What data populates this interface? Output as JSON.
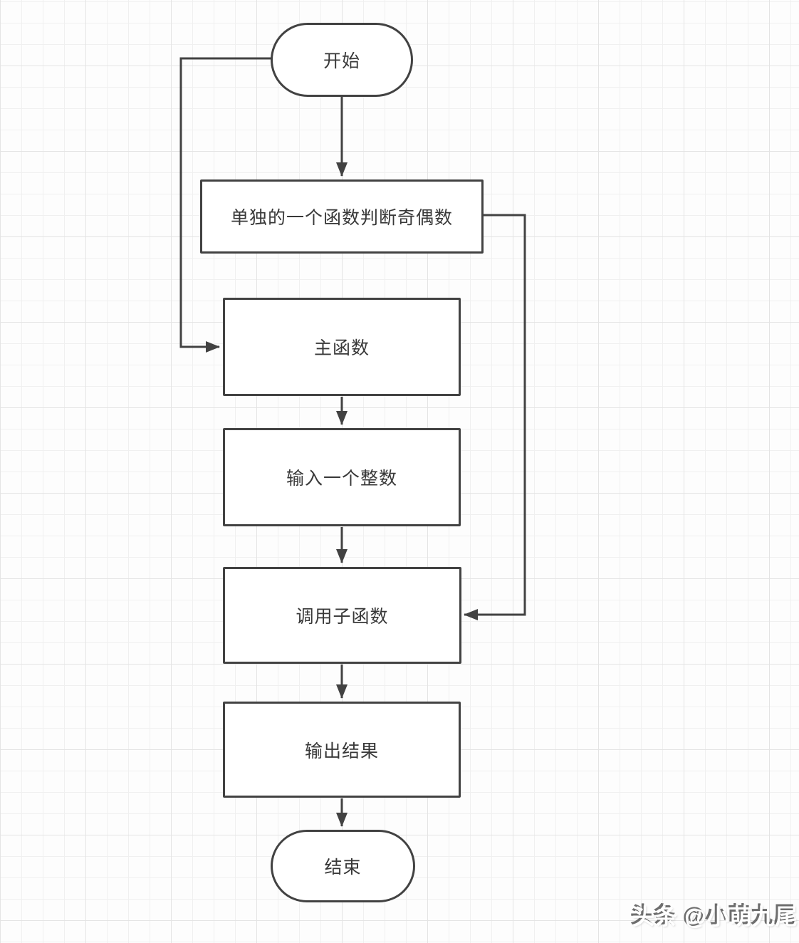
{
  "diagram": {
    "type": "flowchart",
    "nodes": [
      {
        "id": "start",
        "label": "开始",
        "shape": "terminator"
      },
      {
        "id": "judge-function",
        "label": "单独的一个函数判断奇偶数",
        "shape": "process"
      },
      {
        "id": "main-function",
        "label": "主函数",
        "shape": "process"
      },
      {
        "id": "input-integer",
        "label": "输入一个整数",
        "shape": "process"
      },
      {
        "id": "call-subfunction",
        "label": "调用子函数",
        "shape": "process"
      },
      {
        "id": "output-result",
        "label": "输出结果",
        "shape": "process"
      },
      {
        "id": "end",
        "label": "结束",
        "shape": "terminator"
      }
    ],
    "edges": [
      {
        "from": "start",
        "to": "judge-function",
        "route": "straight-down"
      },
      {
        "from": "start",
        "to": "main-function",
        "route": "left-elbow"
      },
      {
        "from": "judge-function",
        "to": "call-subfunction",
        "route": "right-elbow"
      },
      {
        "from": "main-function",
        "to": "input-integer",
        "route": "straight-down"
      },
      {
        "from": "input-integer",
        "to": "call-subfunction",
        "route": "straight-down"
      },
      {
        "from": "call-subfunction",
        "to": "output-result",
        "route": "straight-down"
      },
      {
        "from": "output-result",
        "to": "end",
        "route": "straight-down"
      }
    ]
  },
  "watermark": {
    "text": "头条 @小萌九尾"
  },
  "colors": {
    "stroke": "#424242",
    "text": "#383838",
    "node_fill": "#ffffff",
    "background": "#fdfdfd",
    "grid_minor": "#f0f0f0",
    "grid_major": "#e4e4e4"
  }
}
